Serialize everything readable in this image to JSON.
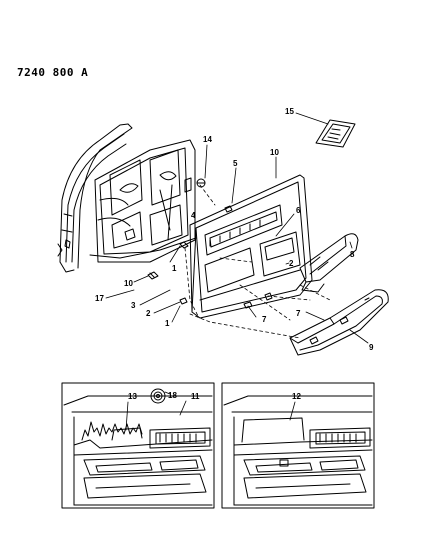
{
  "reference_code": "7240 800 A",
  "callouts": {
    "c1a": "1",
    "c1b": "1",
    "c2a": "2",
    "c2b": "2",
    "c3": "3",
    "c4": "4",
    "c5": "5",
    "c6": "6",
    "c7a": "7",
    "c7b": "7",
    "c8": "8",
    "c9": "9",
    "c10a": "10",
    "c10b": "10",
    "c11": "11",
    "c12": "12",
    "c13": "13",
    "c14": "14",
    "c15": "15",
    "c17": "17",
    "c18": "18"
  },
  "icons": {
    "door_frame": "door-frame-icon",
    "trim_panel": "door-trim-panel-icon",
    "armrest": "armrest-icon",
    "map_pocket": "map-pocket-icon",
    "speaker": "speaker-grille-icon",
    "badge": "emblem-plate-icon"
  },
  "colors": {
    "line": "#000000",
    "background": "#ffffff"
  }
}
